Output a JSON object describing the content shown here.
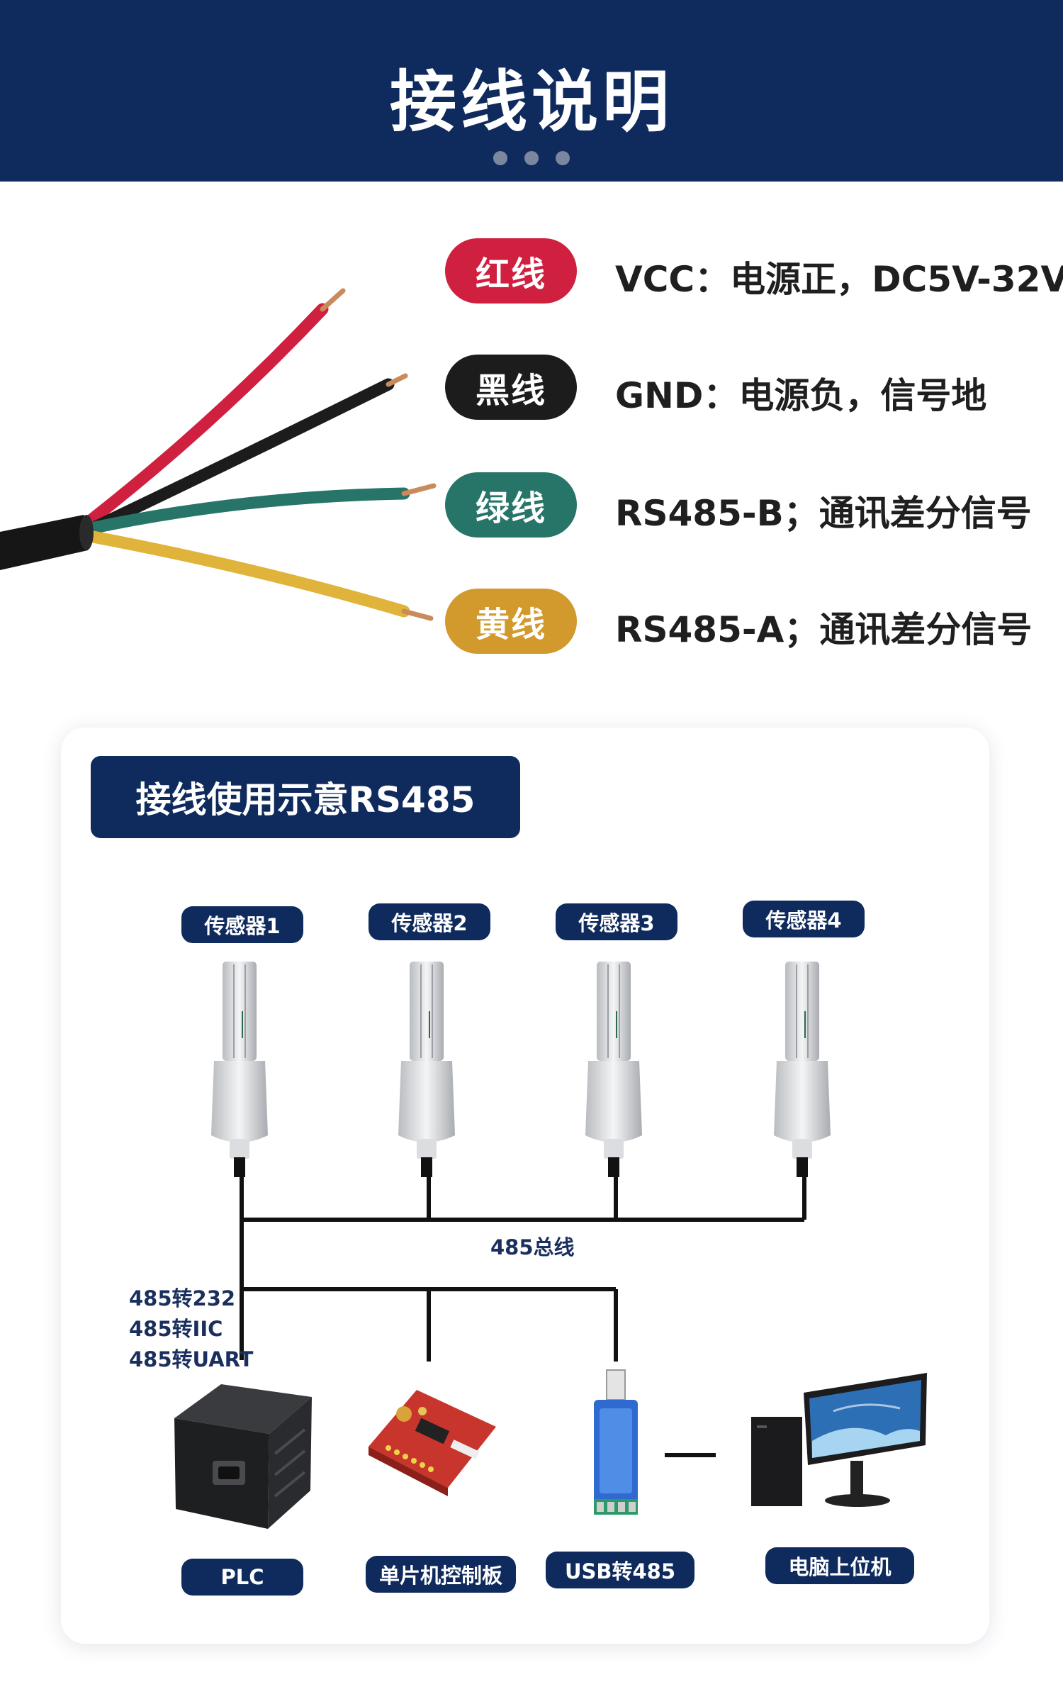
{
  "header": {
    "title": "接线说明"
  },
  "wires": [
    {
      "label": "红线",
      "color": "#d0203f",
      "description": "VCC：电源正，DC5V-32V"
    },
    {
      "label": "黑线",
      "color": "#1c1c1c",
      "description": "GND：电源负，信号地"
    },
    {
      "label": "绿线",
      "color": "#277568",
      "description": "RS485-B；通讯差分信号"
    },
    {
      "label": "黄线",
      "color": "#d29a2c",
      "description": "RS485-A；通讯差分信号"
    }
  ],
  "diagram": {
    "title": "接线使用示意RS485",
    "sensors": [
      "传感器1",
      "传感器2",
      "传感器3",
      "传感器4"
    ],
    "bus_label": "485总线",
    "converter_notes": [
      "485转232",
      "485转IIC",
      "485转UART"
    ],
    "devices": [
      "PLC",
      "单片机控制板",
      "USB转485",
      "电脑上位机"
    ]
  },
  "colors": {
    "navy": "#0f2a5c"
  }
}
